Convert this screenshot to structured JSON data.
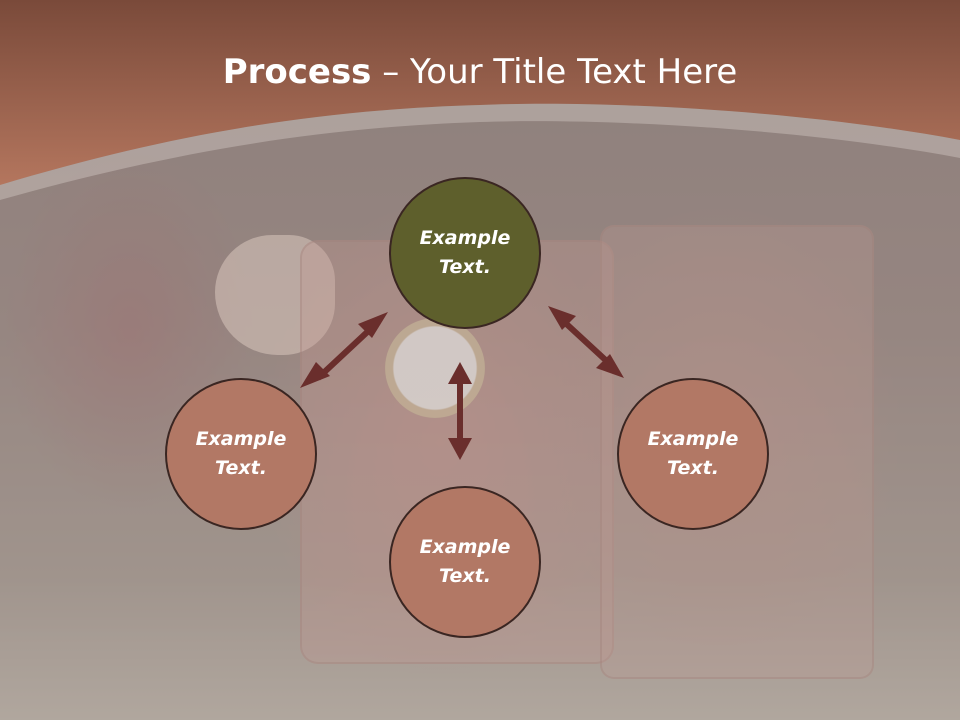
{
  "slide": {
    "title_bold": "Process",
    "title_rest": " – Your Title Text Here"
  },
  "nodes": {
    "center": {
      "line1": "Example",
      "line2": "Text."
    },
    "left": {
      "line1": "Example",
      "line2": "Text."
    },
    "right": {
      "line1": "Example",
      "line2": "Text."
    },
    "bottom": {
      "line1": "Example",
      "line2": "Text."
    }
  },
  "colors": {
    "banner": "#a86a52",
    "center_node": "#5e5f2c",
    "outer_node": "#b27865",
    "arrow": "#6a2e2c"
  }
}
